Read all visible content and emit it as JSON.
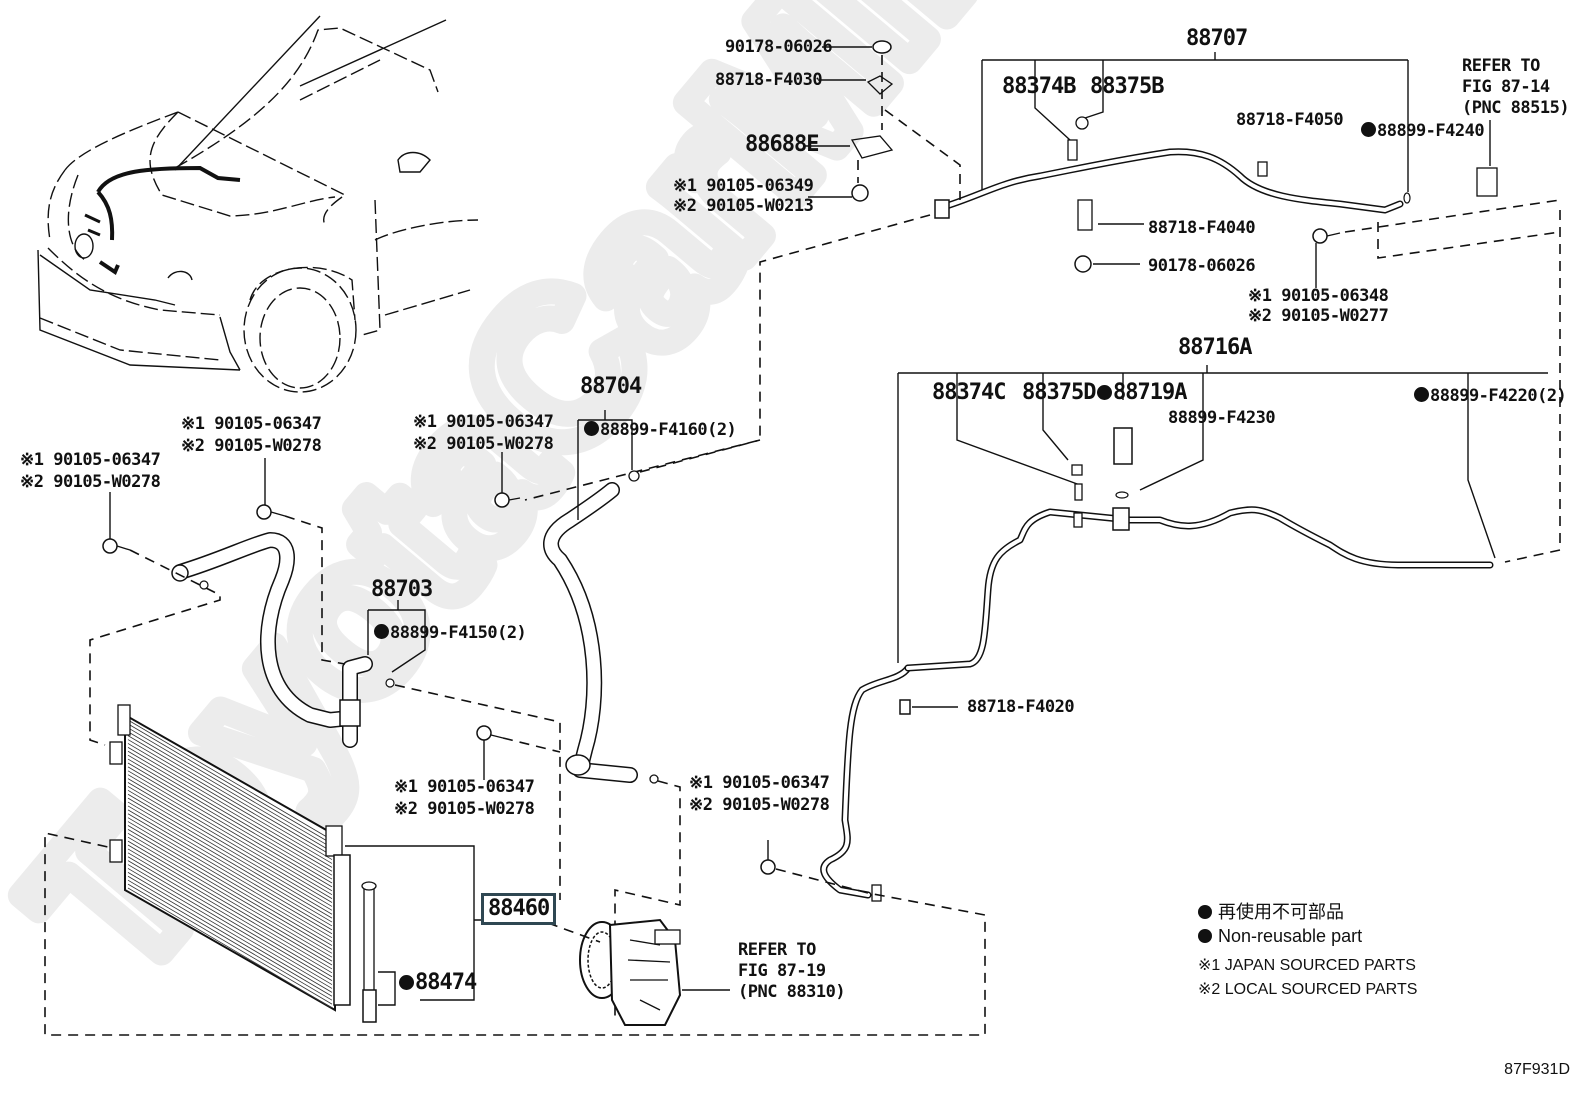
{
  "diagram": {
    "title": "Air Conditioner Condenser & Refrigerant Piping",
    "figure_id": "87F931D",
    "watermark": "ToyotaCarMine.ru",
    "highlighted_part": "88460",
    "labels": {
      "p88707": "88707",
      "p88374B": "88374B",
      "p88375B": "88375B",
      "p88718_F4050": "88718-F4050",
      "p88899_F4240": "88899-F4240",
      "refer_fig_87_14_l1": "REFER TO",
      "refer_fig_87_14_l2": "FIG 87-14",
      "refer_fig_87_14_l3": "(PNC 88515)",
      "p90178_06026_top": "90178-06026",
      "p88718_F4030": "88718-F4030",
      "p88688E": "88688E",
      "bolt_top_1": "※1 90105-06349",
      "bolt_top_2": "※2 90105-W0213",
      "p88718_F4040": "88718-F4040",
      "p90178_06026_mid": "90178-06026",
      "bolt_right_1": "※1 90105-06348",
      "bolt_right_2": "※2 90105-W0277",
      "p88716A": "88716A",
      "p88374C": "88374C",
      "p88375D": "88375D",
      "p88719A": "88719A",
      "p88899_F4230": "88899-F4230",
      "p88899_F4220": "88899-F4220(2)",
      "p88718_F4020": "88718-F4020",
      "p88704": "88704",
      "p88899_F4160": "88899-F4160(2)",
      "bolt_88704_1": "※1 90105-06347",
      "bolt_88704_2": "※2 90105-W0278",
      "bolt_left_1": "※1 90105-06347",
      "bolt_left_2": "※2 90105-W0278",
      "bolt_leftmid_1": "※1 90105-06347",
      "bolt_leftmid_2": "※2 90105-W0278",
      "p88703": "88703",
      "p88899_F4150": "88899-F4150(2)",
      "bolt_center_1": "※1 90105-06347",
      "bolt_center_2": "※2 90105-W0278",
      "bolt_comp_1": "※1 90105-06347",
      "bolt_comp_2": "※2 90105-W0278",
      "p88460": "88460",
      "p88474": "88474",
      "refer_fig_87_19_l1": "REFER TO",
      "refer_fig_87_19_l2": "FIG 87-19",
      "refer_fig_87_19_l3": "(PNC 88310)"
    },
    "legend": {
      "non_reusable_jp": "再使用不可部品",
      "non_reusable_en": "Non-reusable part",
      "note1": "※1 JAPAN SOURCED PARTS",
      "note2": "※2 LOCAL SOURCED PARTS"
    },
    "colors": {
      "line": "#111111",
      "highlight_border": "#2f4752",
      "watermark": "#ececec"
    }
  }
}
